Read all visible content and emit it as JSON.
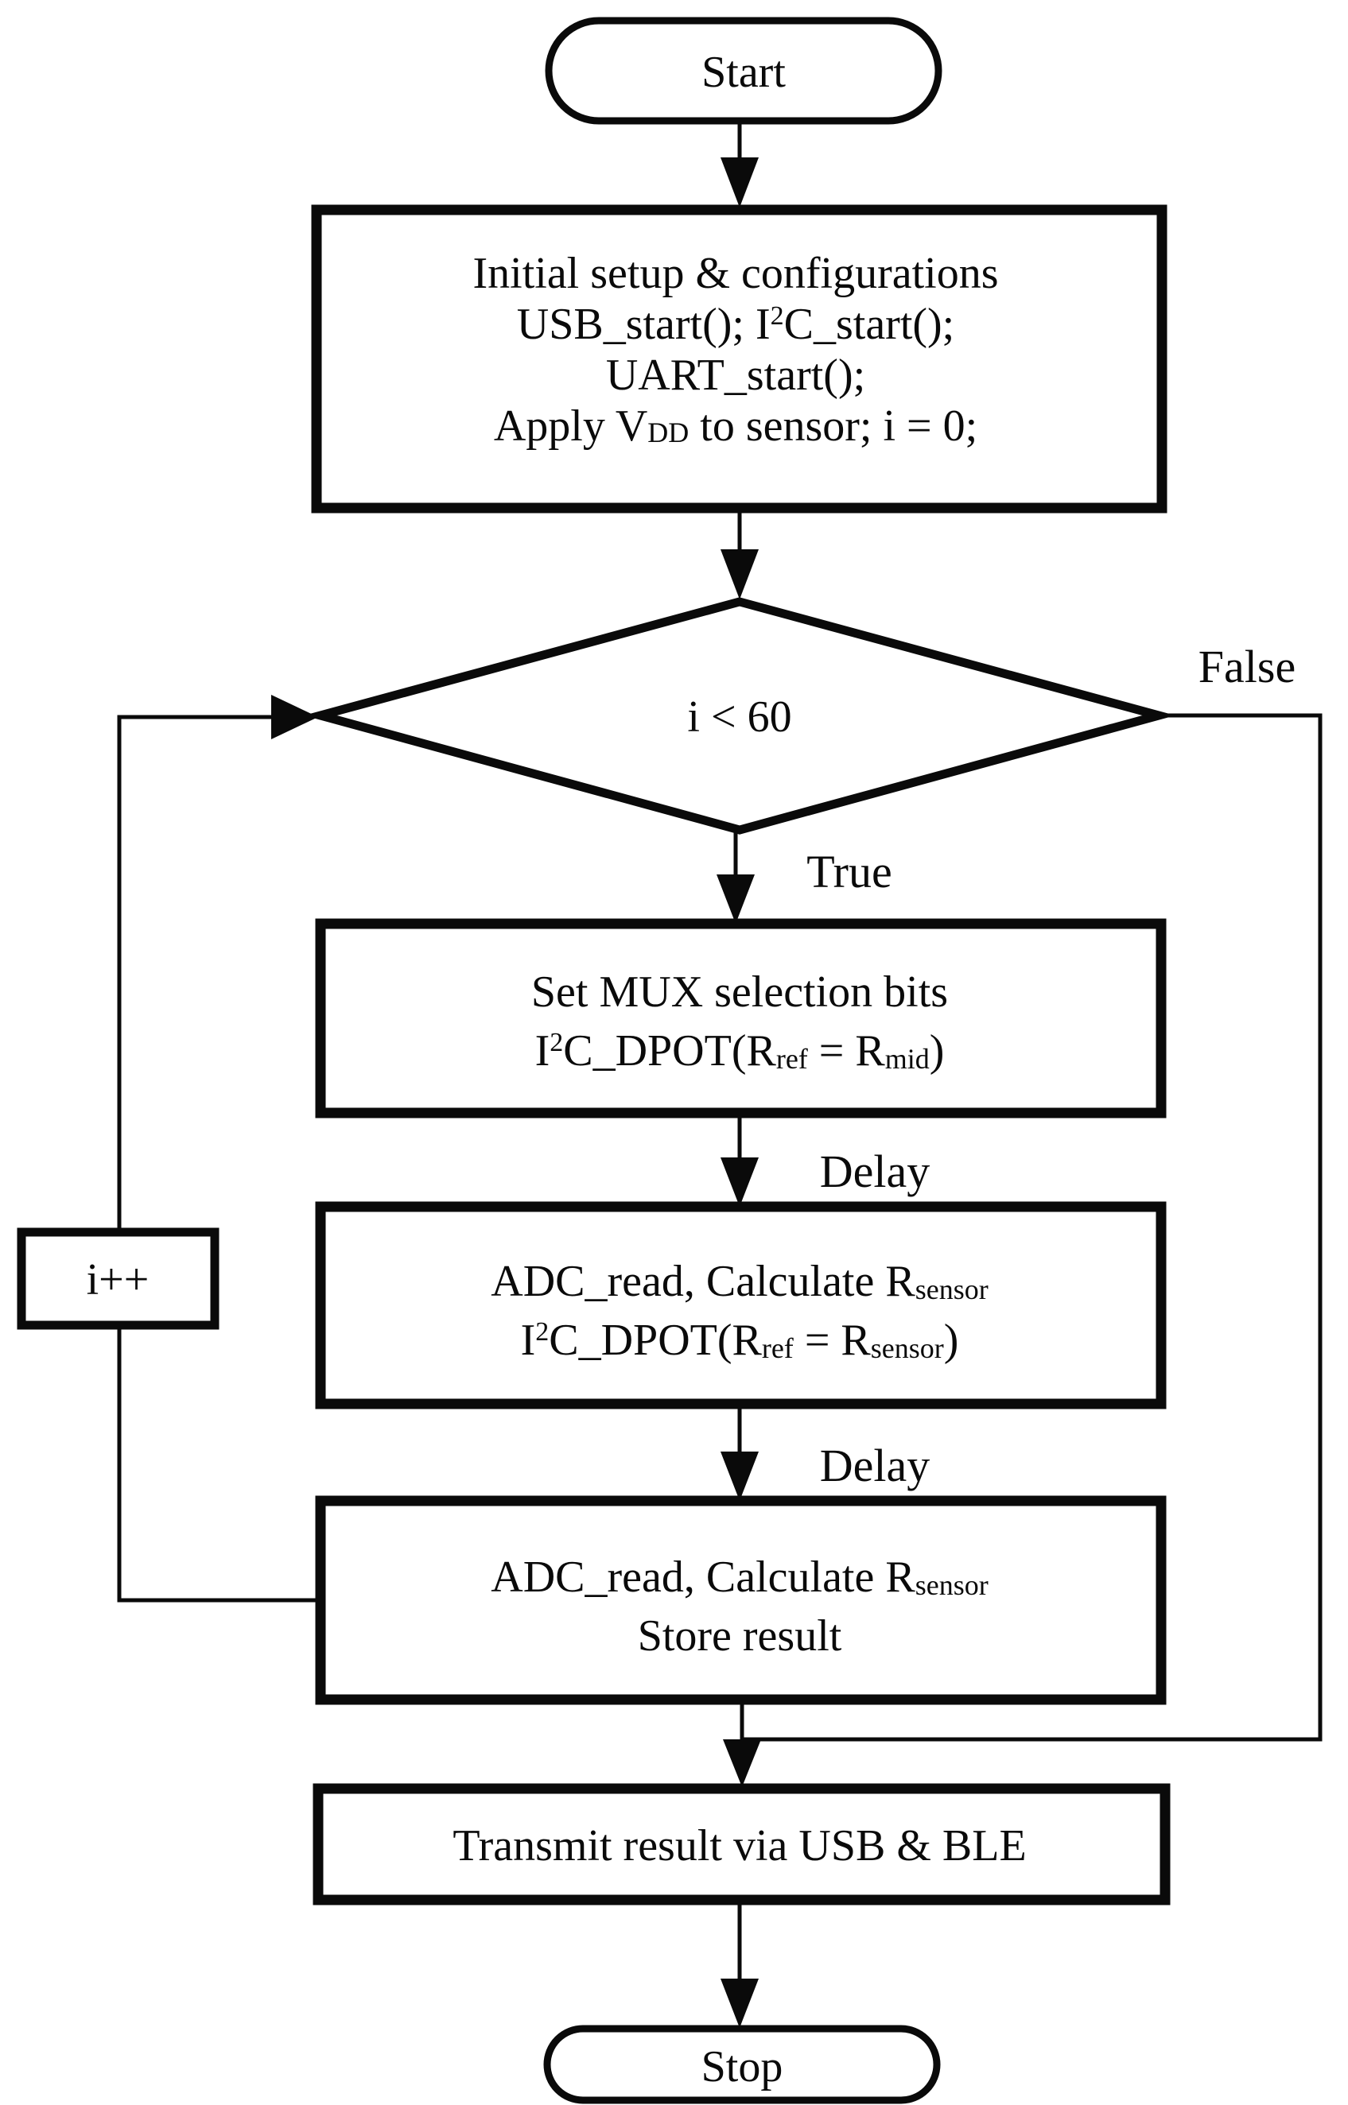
{
  "figure": {
    "background_color": "#ffffff",
    "line_color": "#0a0a0a",
    "type": "flowchart"
  },
  "nodes": {
    "start": {
      "label": "Start"
    },
    "init": {
      "line1": "Initial setup & configurations",
      "line2_pre": "USB_start(); I",
      "line2_sup": "2",
      "line2_post": "C_start();",
      "line3": "UART_start();",
      "line4_pre": "Apply V",
      "line4_sub": "DD",
      "line4_post": " to sensor; i = 0;"
    },
    "decision": {
      "label": "i < 60"
    },
    "mux": {
      "line1": "Set MUX selection bits",
      "l2_i": "I",
      "l2_sup": "2",
      "l2_mid": "C_DPOT(R",
      "l2_sub1": "ref",
      "l2_eq": " = R",
      "l2_sub2": "mid",
      "l2_close": ")"
    },
    "adc1": {
      "l1_pre": "ADC_read, Calculate R",
      "l1_sub": "sensor",
      "l2_i": "I",
      "l2_sup": "2",
      "l2_mid": "C_DPOT(R",
      "l2_sub1": "ref",
      "l2_eq": " = R",
      "l2_sub2": "sensor",
      "l2_close": ")"
    },
    "adc2": {
      "l1_pre": "ADC_read, Calculate R",
      "l1_sub": "sensor",
      "line2": "Store result"
    },
    "increment": {
      "label": "i++"
    },
    "transmit": {
      "label": "Transmit result via USB & BLE"
    },
    "stop": {
      "label": "Stop"
    }
  },
  "edges": {
    "true_label": "True",
    "false_label": "False",
    "delay1_label": "Delay",
    "delay2_label": "Delay"
  }
}
